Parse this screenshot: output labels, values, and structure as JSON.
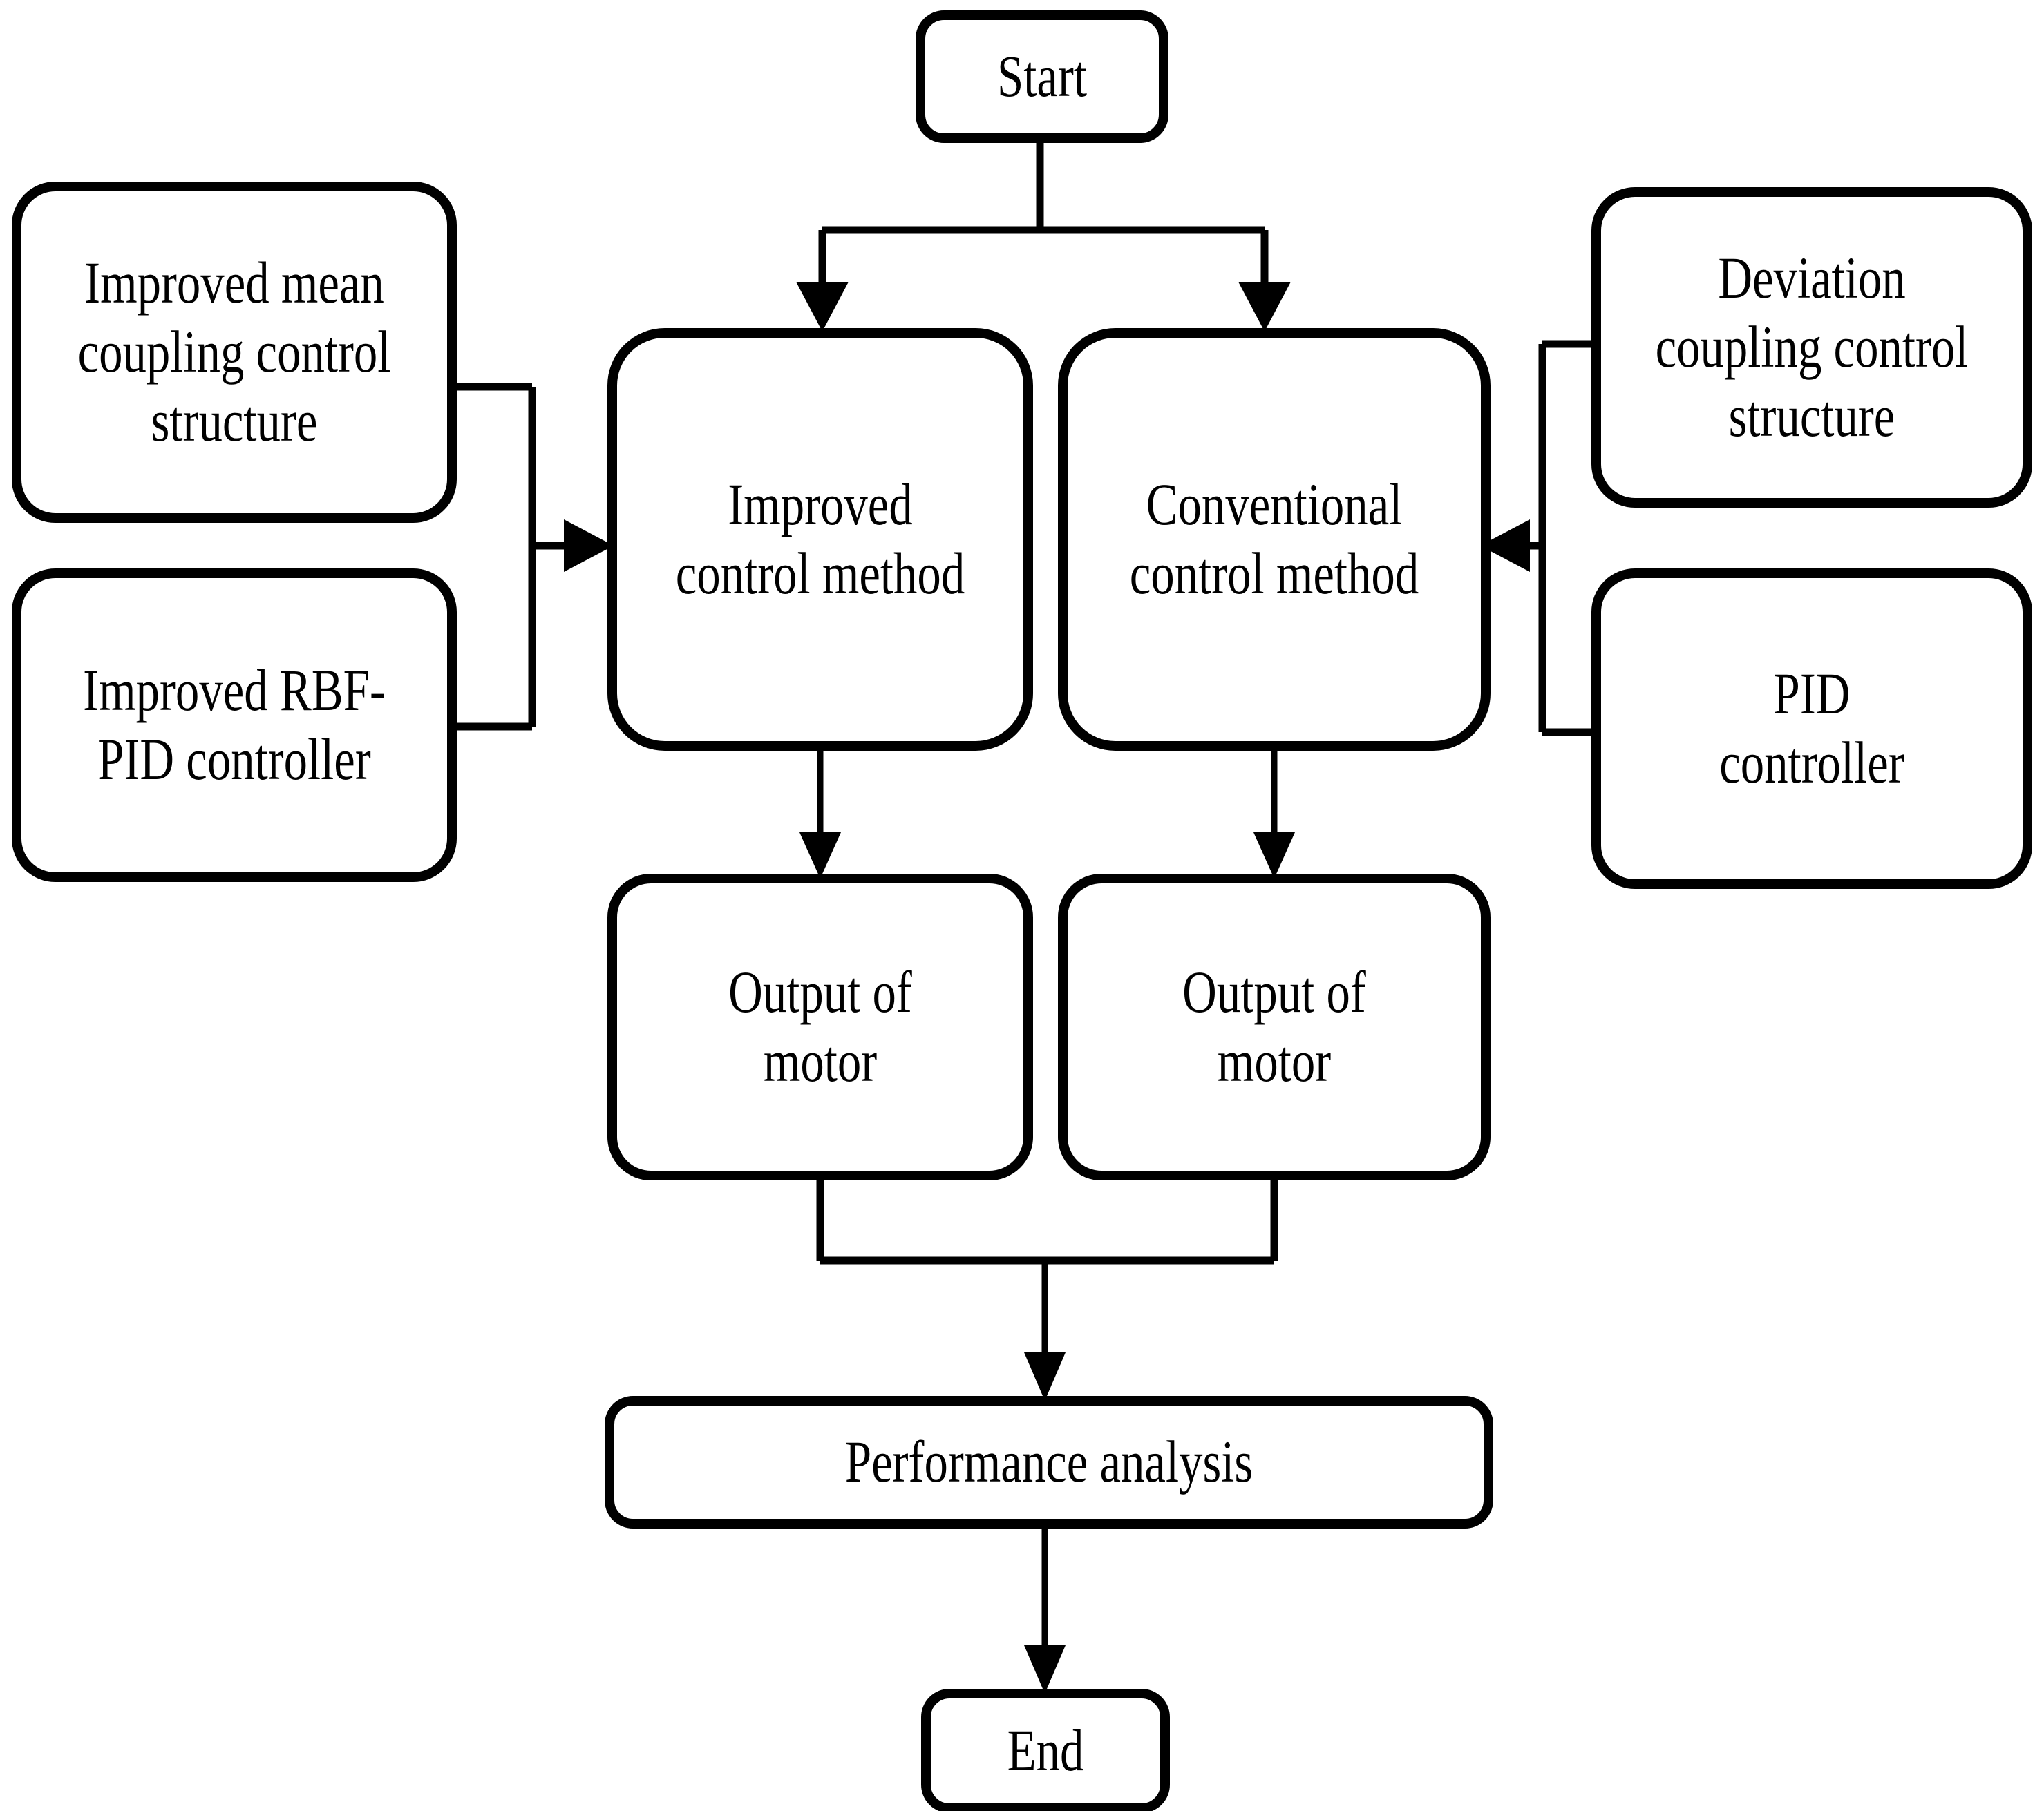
{
  "diagram": {
    "title": "Control method comparison flowchart",
    "background_color": "#ffffff",
    "line_color": "#000000",
    "node_fill": "#ffffff"
  },
  "nodes": {
    "start": {
      "label": "Start"
    },
    "improved_mean_structure": {
      "label": "Improved mean\ncoupling control\nstructure"
    },
    "improved_rbf_pid": {
      "label": "Improved RBF-\nPID controller"
    },
    "deviation_structure": {
      "label": "Deviation\ncoupling control\nstructure"
    },
    "pid_controller": {
      "label": "PID\ncontroller"
    },
    "improved_method": {
      "label": "Improved\ncontrol method"
    },
    "conventional_method": {
      "label": "Conventional\ncontrol method"
    },
    "output_left": {
      "label": "Output of\nmotor"
    },
    "output_right": {
      "label": "Output of\nmotor"
    },
    "performance_analysis": {
      "label": "Performance analysis"
    },
    "end": {
      "label": "End"
    }
  },
  "edges": [
    {
      "from": "start",
      "to": "improved_method",
      "type": "split-arrow"
    },
    {
      "from": "start",
      "to": "conventional_method",
      "type": "split-arrow"
    },
    {
      "from": "improved_mean_structure",
      "to": "improved_method",
      "type": "merge-arrow"
    },
    {
      "from": "improved_rbf_pid",
      "to": "improved_method",
      "type": "merge-arrow"
    },
    {
      "from": "deviation_structure",
      "to": "conventional_method",
      "type": "merge-arrow"
    },
    {
      "from": "pid_controller",
      "to": "conventional_method",
      "type": "merge-arrow"
    },
    {
      "from": "improved_method",
      "to": "output_left",
      "type": "arrow"
    },
    {
      "from": "conventional_method",
      "to": "output_right",
      "type": "arrow"
    },
    {
      "from": "output_left",
      "to": "performance_analysis",
      "type": "merge-arrow"
    },
    {
      "from": "output_right",
      "to": "performance_analysis",
      "type": "merge-arrow"
    },
    {
      "from": "performance_analysis",
      "to": "end",
      "type": "arrow"
    }
  ]
}
